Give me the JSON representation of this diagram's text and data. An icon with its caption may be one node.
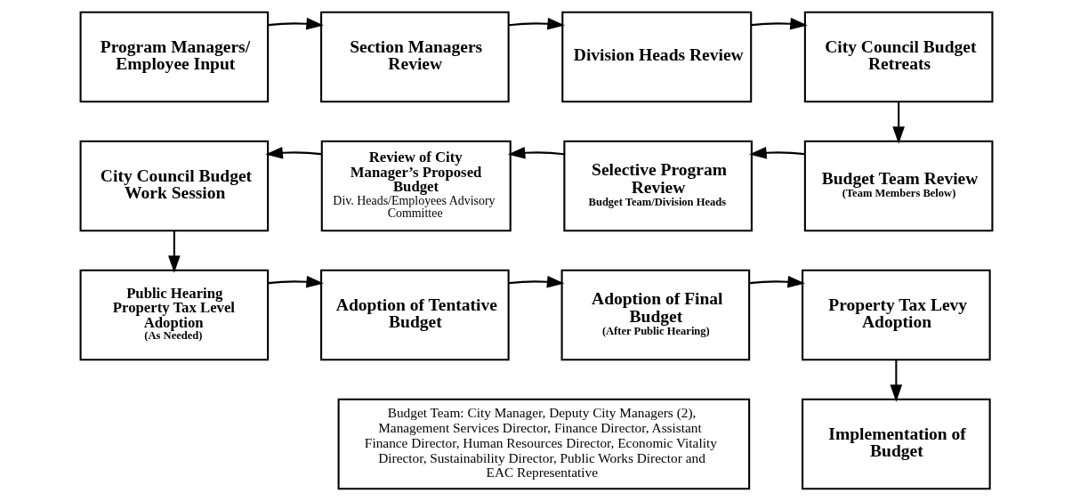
{
  "diagram": {
    "nodes": [
      {
        "text": [
          "Program Managers/ Employee Input"
        ]
      },
      {
        "text": [
          "Section Managers Review"
        ]
      },
      {
        "text": [
          "Division Heads Review"
        ]
      },
      {
        "text": [
          "City Council Budget Retreats"
        ]
      },
      {
        "text": [
          "City Council Budget Work Session"
        ]
      },
      {
        "text": [
          "Review of City Manager’s Proposed Budget",
          "Div. Heads/Employees Advisory Committee"
        ]
      },
      {
        "text": [
          "Selective Program Review",
          "Budget Team/Division Heads"
        ]
      },
      {
        "text": [
          "Budget Team Review",
          "(Team Members Below)"
        ]
      },
      {
        "text": [
          "Public Hearing Property Tax Level Adoption",
          "(As Needed)"
        ]
      },
      {
        "text": [
          "Adoption of Tentative Budget"
        ]
      },
      {
        "text": [
          "Adoption of Final Budget",
          "(After Public Hearing)"
        ]
      },
      {
        "text": [
          "Property Tax Levy Adoption"
        ]
      },
      {
        "text": [
          "Budget Team: City Manager, Deputy City Managers (2), Management Services Director, Finance Director, Assistant Finance Director, Human Resources Director, Economic Vitality Director, Sustainability Director, Public Works Director and EAC Representative"
        ]
      },
      {
        "text": [
          "Implementation of Budget"
        ]
      }
    ],
    "edges": [
      {
        "from": 0,
        "to": 1,
        "arrow": "to"
      },
      {
        "from": 1,
        "to": 2,
        "arrow": "to"
      },
      {
        "from": 2,
        "to": 3,
        "arrow": "to"
      },
      {
        "from": 3,
        "to": 7,
        "arrow": "to"
      },
      {
        "from": 7,
        "to": 6,
        "arrow": "to"
      },
      {
        "from": 6,
        "to": 5,
        "arrow": "to"
      },
      {
        "from": 5,
        "to": 4,
        "arrow": "to"
      },
      {
        "from": 4,
        "to": 8,
        "arrow": "to"
      },
      {
        "from": 8,
        "to": 9,
        "arrow": "to"
      },
      {
        "from": 9,
        "to": 10,
        "arrow": "to"
      },
      {
        "from": 10,
        "to": 11,
        "arrow": "to"
      },
      {
        "from": 11,
        "to": 13,
        "arrow": "to"
      }
    ]
  }
}
